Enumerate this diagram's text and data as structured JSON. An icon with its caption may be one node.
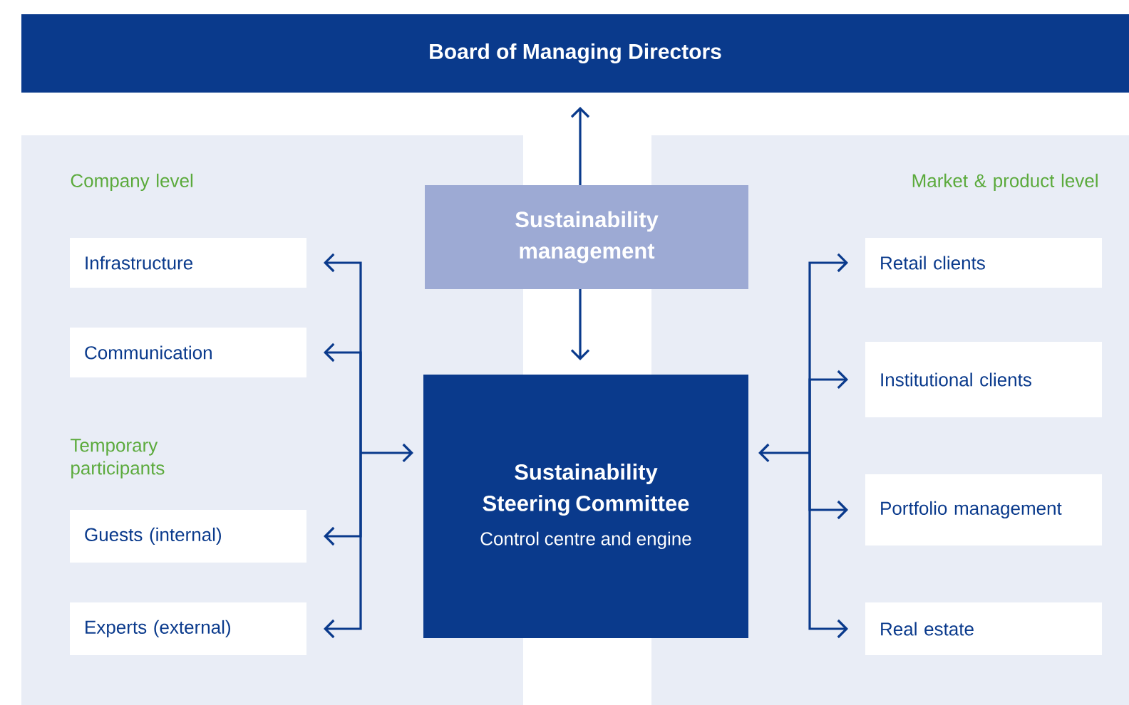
{
  "diagram": {
    "nodes": [
      {
        "text": [
          "Board of Managing Directors"
        ]
      },
      {
        "text": [
          "Sustainability management"
        ]
      },
      {
        "text": [
          "Sustainability Steering Committee",
          "Control centre and engine"
        ]
      },
      {
        "text": [
          "Infrastructure"
        ]
      },
      {
        "text": [
          "Communication"
        ]
      },
      {
        "text": [
          "Guests (internal)"
        ]
      },
      {
        "text": [
          "Experts (external)"
        ]
      },
      {
        "text": [
          "Retail clients"
        ]
      },
      {
        "text": [
          "Institutional clients"
        ]
      },
      {
        "text": [
          "Portfolio management"
        ]
      },
      {
        "text": [
          "Real estate"
        ]
      }
    ],
    "edges": [
      {
        "from": 1,
        "to": 0,
        "arrow": "to"
      },
      {
        "from": 1,
        "to": 2,
        "arrow": "to"
      },
      {
        "from": 2,
        "to": 3,
        "arrow": "both"
      },
      {
        "from": 2,
        "to": 4,
        "arrow": "both"
      },
      {
        "from": 2,
        "to": 5,
        "arrow": "both"
      },
      {
        "from": 2,
        "to": 6,
        "arrow": "both"
      },
      {
        "from": 2,
        "to": 7,
        "arrow": "both"
      },
      {
        "from": 2,
        "to": 8,
        "arrow": "both"
      },
      {
        "from": 2,
        "to": 9,
        "arrow": "both"
      },
      {
        "from": 2,
        "to": 10,
        "arrow": "both"
      }
    ],
    "labels": [
      "Company level",
      "Market & product level",
      "Temporary participants"
    ]
  }
}
